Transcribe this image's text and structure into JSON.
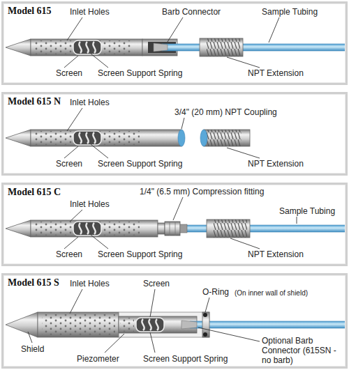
{
  "diagram": {
    "nodes": [
      {
        "text": [
          "Model 615"
        ]
      },
      {
        "text": [
          "Model 615 N"
        ]
      },
      {
        "text": [
          "Model 615 C"
        ]
      },
      {
        "text": [
          "Model 615 S"
        ]
      }
    ],
    "labels": [
      "Inlet Holes",
      "Barb Connector",
      "Sample Tubing",
      "Screen",
      "Screen Support Spring",
      "NPT Extension",
      "Inlet Holes",
      "3/4\" (20 mm) NPT Coupling",
      "Screen",
      "Screen Support Spring",
      "NPT Extension",
      "Inlet Holes",
      "1/4\" (6.5 mm) Compression fitting",
      "Sample Tubing",
      "Screen",
      "Screen Support Spring",
      "NPT Extension",
      "Inlet Holes",
      "Screen",
      "O-Ring",
      "(On inner wall of shield)",
      "Shield",
      "Piezometer",
      "Screen Support Spring",
      "Optional Barb Connector (615SN - no barb)"
    ]
  }
}
